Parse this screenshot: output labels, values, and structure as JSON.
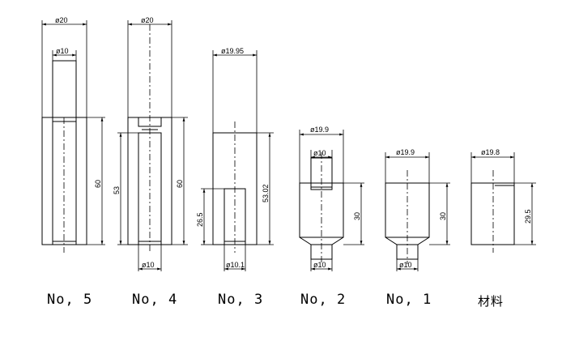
{
  "parts": [
    {
      "label": "No, 5",
      "dims": {
        "top_outer": "ø20",
        "top_inner": "ø10",
        "height": "60"
      }
    },
    {
      "label": "No, 4",
      "dims": {
        "top_outer": "ø20",
        "bottom": "ø10",
        "height_left": "53",
        "height_right": "60"
      }
    },
    {
      "label": "No, 3",
      "dims": {
        "top_outer": "ø19.95",
        "bottom": "ø10.1",
        "height_left": "26.5",
        "height_right": "53.02"
      }
    },
    {
      "label": "No, 2",
      "dims": {
        "top_outer": "ø19.9",
        "top_inner": "ø10",
        "bottom": "ø10",
        "height": "30"
      }
    },
    {
      "label": "No, 1",
      "dims": {
        "top_outer": "ø19.9",
        "bottom": "ø10",
        "height": "30"
      }
    },
    {
      "label": "材料",
      "dims": {
        "top_outer": "ø19.8",
        "height": "29.5"
      }
    }
  ]
}
